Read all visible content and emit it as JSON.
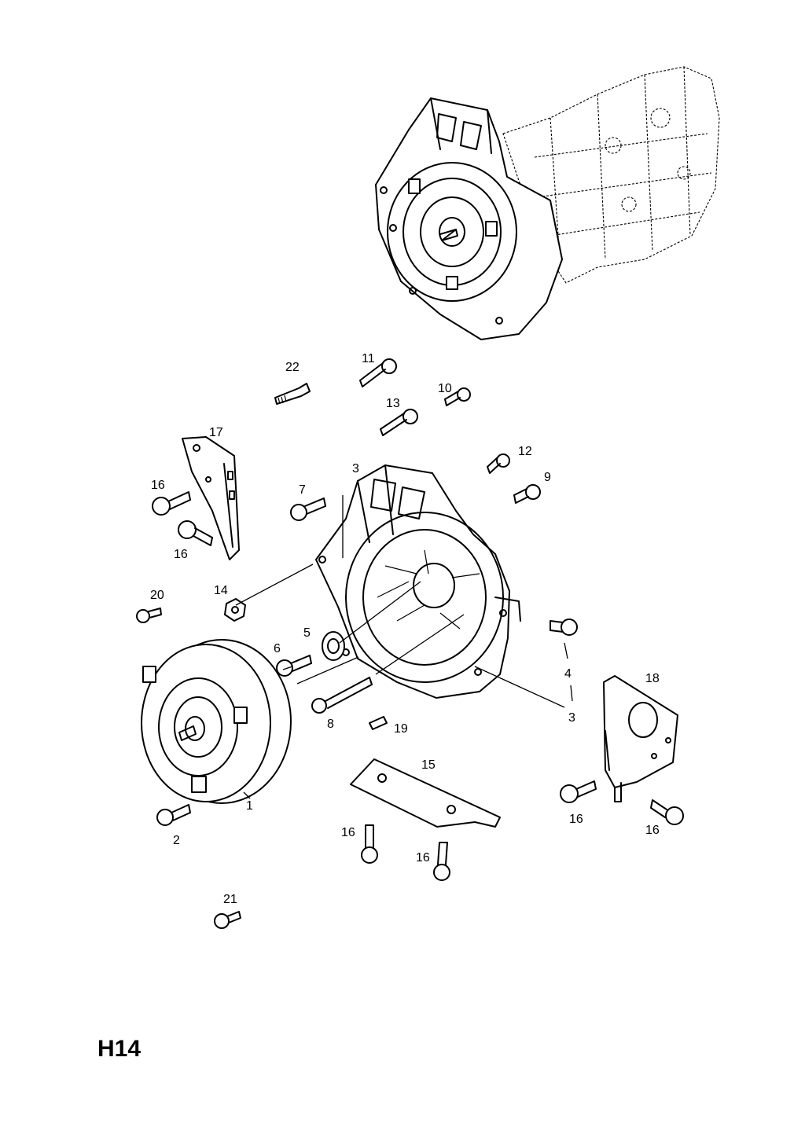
{
  "page_code": "H14",
  "callouts": {
    "c1": "1",
    "c2": "2",
    "c3a": "3",
    "c3b": "3",
    "c4": "4",
    "c5": "5",
    "c6": "6",
    "c7": "7",
    "c8": "8",
    "c9": "9",
    "c10": "10",
    "c11": "11",
    "c12": "12",
    "c13": "13",
    "c14": "14",
    "c15": "15",
    "c16a": "16",
    "c16b": "16",
    "c16c": "16",
    "c16d": "16",
    "c16e": "16",
    "c16f": "16",
    "c17": "17",
    "c18": "18",
    "c19": "19",
    "c20": "20",
    "c21": "21",
    "c22": "22"
  }
}
